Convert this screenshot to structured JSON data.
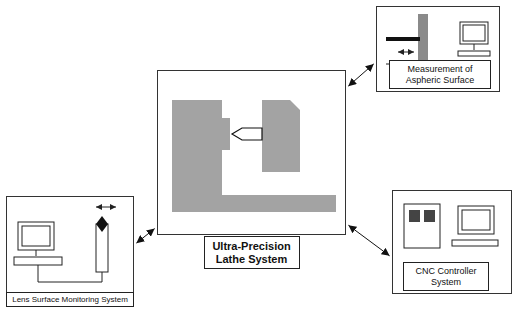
{
  "diagram": {
    "nodes": [
      {
        "text": [
          "Measurement of Aspheric Surface"
        ]
      },
      {
        "text": [
          "Ultra-Precision Lathe System"
        ]
      },
      {
        "text": [
          "Lens Surface Monitoring System"
        ]
      },
      {
        "text": [
          "CNC Controller System"
        ]
      }
    ],
    "edges": [
      {
        "from": 1,
        "to": 0,
        "arrow": "both"
      },
      {
        "from": 1,
        "to": 2,
        "arrow": "both"
      },
      {
        "from": 1,
        "to": 3,
        "arrow": "both"
      }
    ]
  }
}
